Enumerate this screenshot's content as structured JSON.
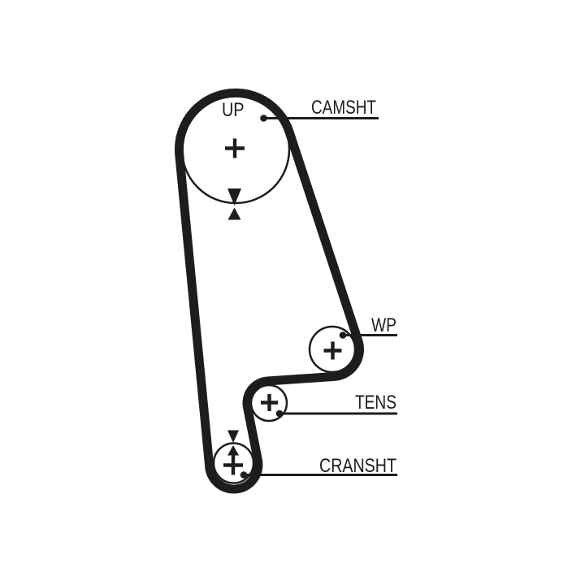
{
  "colors": {
    "line": "#1d1d1b",
    "background": "#ffffff"
  },
  "labels": {
    "up": "UP",
    "camshaft": "CAMSHT",
    "water_pump": "WP",
    "tensioner": "TENS",
    "crankshaft": "CRANSHT"
  }
}
